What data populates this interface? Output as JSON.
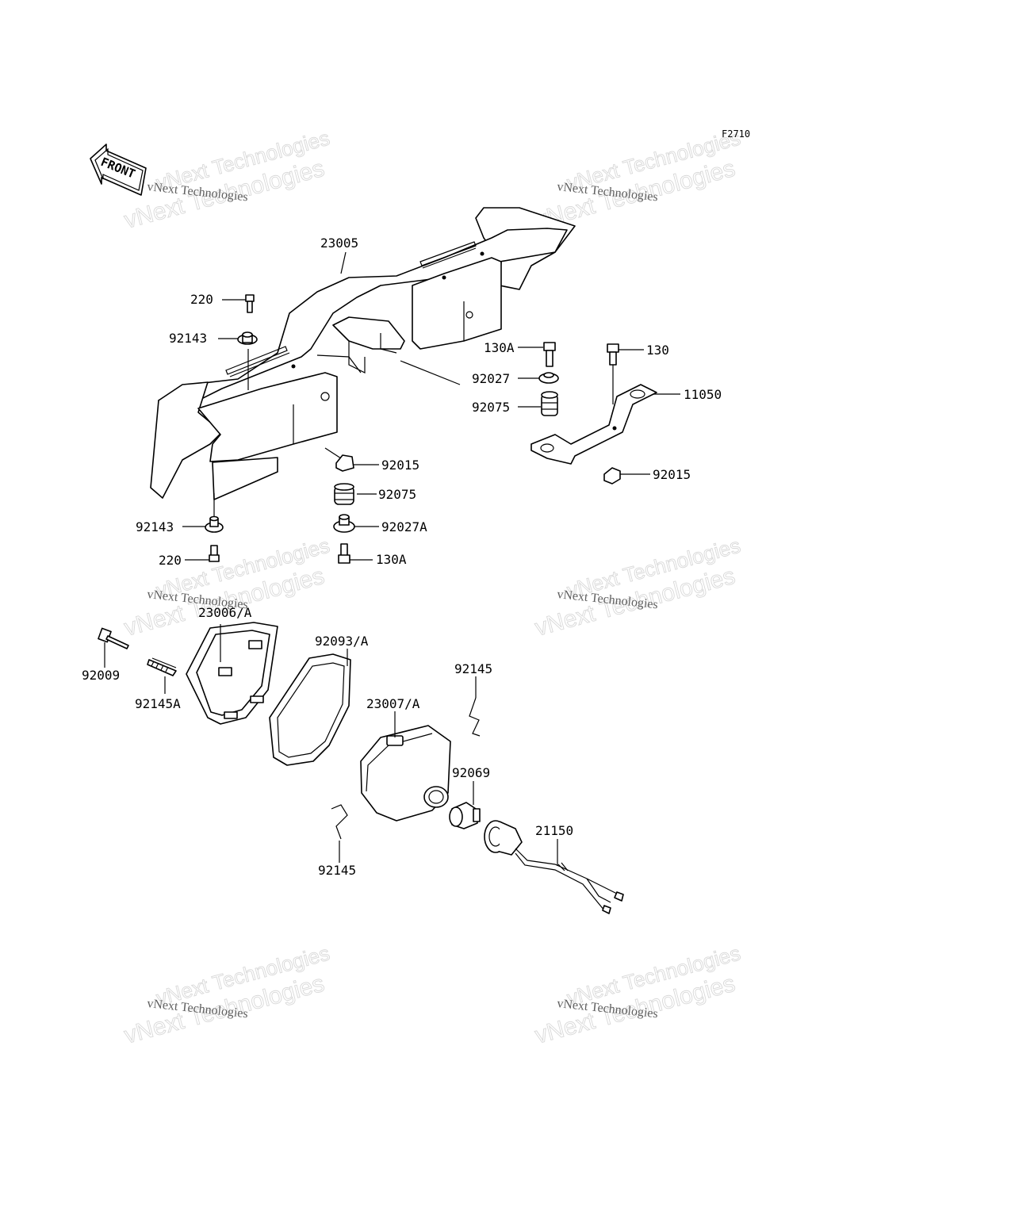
{
  "diagram": {
    "code": "F2710",
    "front_label": "FRONT",
    "watermark": {
      "big": "vNext Technologies",
      "small": "vNext Technologies"
    },
    "labels": [
      {
        "id": "23005",
        "text": "23005"
      },
      {
        "id": "220-top",
        "text": "220"
      },
      {
        "id": "92143-top",
        "text": "92143"
      },
      {
        "id": "130A-top",
        "text": "130A"
      },
      {
        "id": "130",
        "text": "130"
      },
      {
        "id": "92027",
        "text": "92027"
      },
      {
        "id": "11050",
        "text": "11050"
      },
      {
        "id": "92075-right",
        "text": "92075"
      },
      {
        "id": "92015-mid",
        "text": "92015"
      },
      {
        "id": "92015-right",
        "text": "92015"
      },
      {
        "id": "92075-mid",
        "text": "92075"
      },
      {
        "id": "92143-bottom",
        "text": "92143"
      },
      {
        "id": "92027A",
        "text": "92027A"
      },
      {
        "id": "220-bottom",
        "text": "220"
      },
      {
        "id": "130A-bottom",
        "text": "130A"
      },
      {
        "id": "23006A",
        "text": "23006/A"
      },
      {
        "id": "92093A",
        "text": "92093/A"
      },
      {
        "id": "92009",
        "text": "92009"
      },
      {
        "id": "92145A",
        "text": "92145A"
      },
      {
        "id": "92145-top",
        "text": "92145"
      },
      {
        "id": "23007A",
        "text": "23007/A"
      },
      {
        "id": "92069",
        "text": "92069"
      },
      {
        "id": "21150",
        "text": "21150"
      },
      {
        "id": "92145-bottom",
        "text": "92145"
      }
    ]
  }
}
